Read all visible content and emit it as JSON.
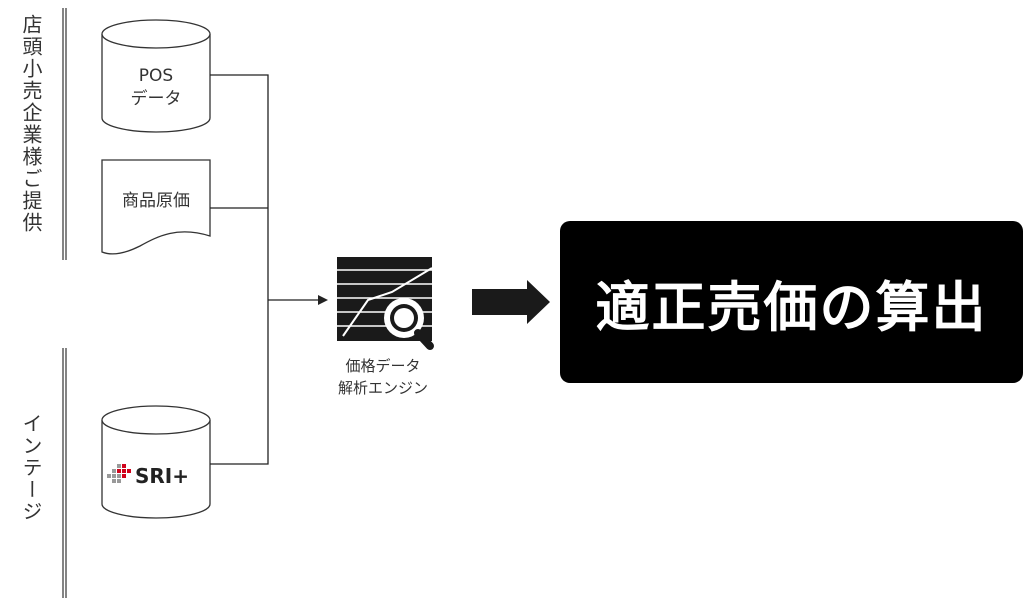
{
  "sources": {
    "retailer_label": "店頭小売企業様ご提供",
    "intage_label": "インテージ"
  },
  "nodes": {
    "pos_line1": "POS",
    "pos_line2": "データ",
    "cost_label": "商品原価",
    "sri_logo_text": "SRI+",
    "engine_line1": "価格データ",
    "engine_line2": "解析エンジン"
  },
  "result": {
    "label": "適正売価の算出"
  },
  "icons": {
    "engine": "chart-magnifier-icon",
    "arrow": "right-arrow-icon",
    "database": "cylinder-database-icon",
    "document": "document-shape-icon"
  },
  "colors": {
    "result_bg": "#000000",
    "result_text": "#ffffff",
    "logo_red": "#d0021b",
    "arrow_fill": "#1a1a1a"
  }
}
